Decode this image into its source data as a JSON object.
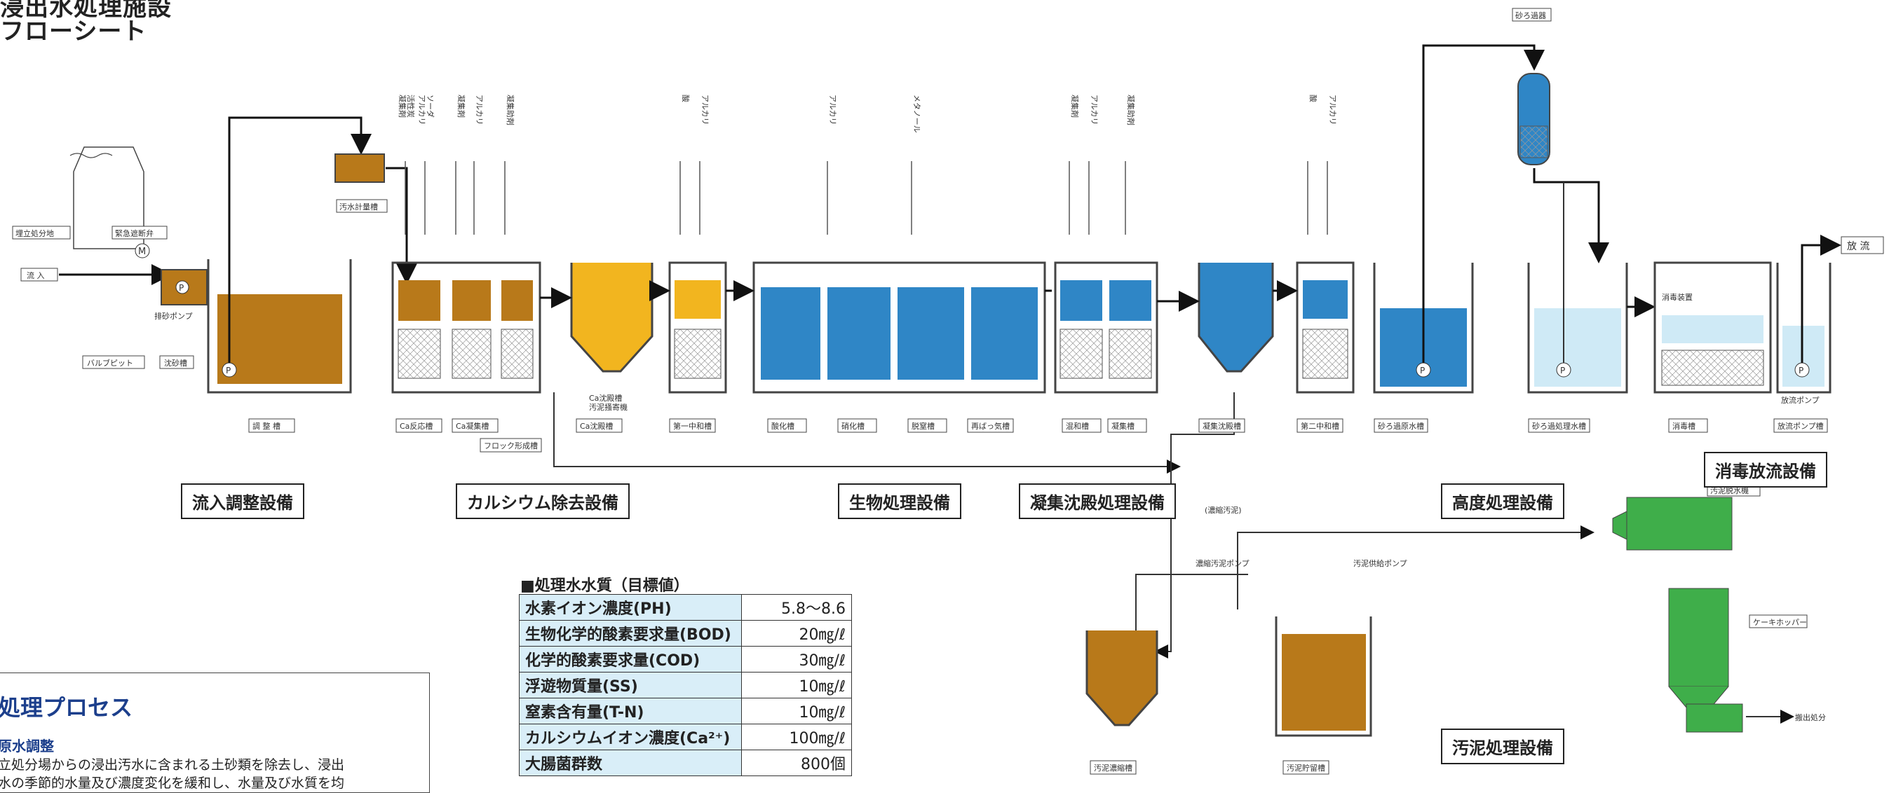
{
  "title": {
    "line1": "浸出水処理施設",
    "line2": "フローシート"
  },
  "top_labels": {
    "filter": "砂ろ過器",
    "discharge": "放 流"
  },
  "small_labels": {
    "landfill": "埋立処分地",
    "emergency_valve": "緊急遮断弁",
    "inflow": "流 入",
    "grit_pump": "排砂ポンプ",
    "valve_pit": "バルブピット",
    "grit_tank": "沈砂槽",
    "meter_tank": "汚水計量槽",
    "ca_settler_notes": "Ca沈殿槽\n汚泥掻寄機",
    "disinfection_device": "消毒装置",
    "discharge_pump": "放流ポンプ",
    "concentrated_sludge": "(濃縮汚泥)",
    "conc_pump": "濃縮汚泥ポンプ",
    "supply_pump": "汚泥供給ポンプ",
    "cake_hopper": "ケーキホッパー",
    "dispose": "搬出処分",
    "sludge_dehydrator": "汚泥脱水機"
  },
  "chemicals": [
    {
      "text": "活性炭\n凝集剤"
    },
    {
      "text": "ソーダ\nアルカリ"
    },
    {
      "text": "凝集剤"
    },
    {
      "text": "アルカリ"
    },
    {
      "text": "凝集助剤"
    },
    {
      "text": "酸"
    },
    {
      "text": "アルカリ"
    },
    {
      "text": "アルカリ"
    },
    {
      "text": "メタノール"
    },
    {
      "text": "凝集剤"
    },
    {
      "text": "アルカリ"
    },
    {
      "text": "凝集助剤"
    },
    {
      "text": "酸"
    },
    {
      "text": "アルカリ"
    }
  ],
  "tank_labels": [
    "調 整 槽",
    "Ca反応槽",
    "Ca凝集槽",
    "フロック形成槽",
    "Ca沈殿槽",
    "第一中和槽",
    "酸化槽",
    "硝化槽",
    "脱窒槽",
    "再ばっ気槽",
    "混和槽",
    "凝集槽",
    "凝集沈殿槽",
    "第二中和槽",
    "砂ろ過原水槽",
    "砂ろ過処理水槽",
    "消毒槽",
    "放流ポンプ槽",
    "汚泥濃縮槽",
    "汚泥貯留槽"
  ],
  "sections": [
    "流入調整設備",
    "カルシウム除去設備",
    "生物処理設備",
    "凝集沈殿処理設備",
    "高度処理設備",
    "消毒放流設備",
    "汚泥処理設備"
  ],
  "quality": {
    "heading": "■処理水水質（目標値）",
    "rows": [
      {
        "k": "水素イオン濃度(PH)",
        "v": "5.8〜8.6"
      },
      {
        "k": "生物化学的酸素要求量(BOD)",
        "v": "20㎎/ℓ"
      },
      {
        "k": "化学的酸素要求量(COD)",
        "v": "30㎎/ℓ"
      },
      {
        "k": "浮遊物質量(SS)",
        "v": "10㎎/ℓ"
      },
      {
        "k": "窒素含有量(T-N)",
        "v": "10㎎/ℓ"
      },
      {
        "k": "カルシウムイオン濃度(Ca²⁺)",
        "v": "100㎎/ℓ"
      },
      {
        "k": "大腸菌群数",
        "v": "800個"
      }
    ]
  },
  "process": {
    "title": "処理プロセス",
    "subtitle": "原水調整",
    "text": "立処分場からの浸出汚水に含まれる土砂類を除去し、浸出\n水の季節的水量及び濃度変化を緩和し、水量及び水質を均"
  },
  "colors": {
    "brown": "#b8791a",
    "yellow": "#f2b51f",
    "blue": "#2f86c6",
    "lightblue": "#cfeaf6",
    "green": "#3fae4a"
  }
}
